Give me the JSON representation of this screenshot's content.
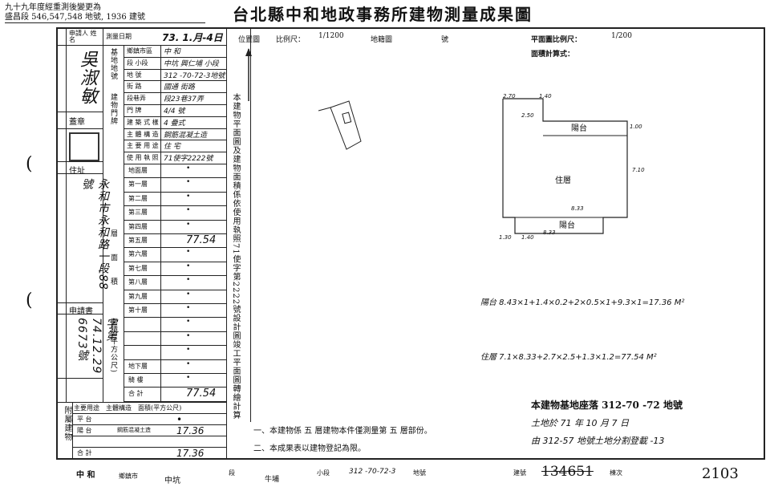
{
  "header": {
    "note_line1": "九十九年度經重測後變更為",
    "note_line2": "盛昌段 546,547,548 地號, 1936 建號",
    "title": "台北縣中和地政事務所建物測量成果圖"
  },
  "left_panel": {
    "applicant_label": "申請人 姓名",
    "applicant_name": "吳淑敏",
    "seal_label": "蓋章",
    "address_label": "住址",
    "address_value": "永和市永和路一段88號",
    "apply_label": "申請書",
    "apply_value": "字第 74.12.29 6673號",
    "survey_date_label": "測量日期",
    "survey_date_value": "73. 1.月-4日"
  },
  "info_rows": [
    {
      "label": "鄉鎮市區",
      "value": "中 和"
    },
    {
      "label": "段 小段",
      "value": "中坑 興仁埔 小段"
    },
    {
      "label": "地 號",
      "value": "312 -70-72-3地號"
    },
    {
      "label": "街 路",
      "value": "國通 街路"
    },
    {
      "label": "段巷弄",
      "value": "段23巷37弄"
    },
    {
      "label": "門 牌",
      "value": "4/4 號"
    },
    {
      "label": "建 築 式 樣",
      "value": "4 疊式"
    },
    {
      "label": "主 體 構 造",
      "value": "鋼筋混凝土造"
    },
    {
      "label": "主 要 用 途",
      "value": "住 宅"
    },
    {
      "label": "使 用 執 照",
      "value": "71使字2222號"
    }
  ],
  "floors": [
    {
      "label": "地面層",
      "value": "•"
    },
    {
      "label": "第一層",
      "value": "•"
    },
    {
      "label": "第二層",
      "value": "•"
    },
    {
      "label": "第三層",
      "value": "•"
    },
    {
      "label": "第四層",
      "value": "•"
    },
    {
      "label": "第五層",
      "value": "77.54"
    },
    {
      "label": "第六層",
      "value": "•"
    },
    {
      "label": "第七層",
      "value": "•"
    },
    {
      "label": "第八層",
      "value": "•"
    },
    {
      "label": "第九層",
      "value": "•"
    },
    {
      "label": "第十層",
      "value": "•"
    },
    {
      "label": "",
      "value": "•"
    },
    {
      "label": "",
      "value": "•"
    },
    {
      "label": "",
      "value": "•"
    },
    {
      "label": "地下層",
      "value": "•"
    },
    {
      "label": "騎 樓",
      "value": "•"
    },
    {
      "label": "合 計",
      "value": "77.54"
    }
  ],
  "area_label": "面積(平方公尺)",
  "attached": {
    "header": [
      "主要用途",
      "主體構造",
      "面積(平方公尺)"
    ],
    "rows": [
      {
        "use": "平 台",
        "struct": "",
        "area": "•"
      },
      {
        "use": "陽 台",
        "struct": "鋼筋混凝土造",
        "area": "17.36"
      },
      {
        "use": "",
        "struct": "",
        "area": ""
      },
      {
        "use": "合 計",
        "struct": "",
        "area": "17.36"
      }
    ],
    "side_label": "附屬建物"
  },
  "middle_vertical_text": "本建物平面圖及建物面積係依使用執照71使字第2222號設計圖竣工平面圖轉繪計算",
  "location_map": {
    "label": "位置圖",
    "scale_label": "比例尺：",
    "scale_value": "1/1200",
    "sheet_label": "地籍圖",
    "sheet_no": "號"
  },
  "plan": {
    "scale_label": "平面圖比例尺：",
    "scale_value": "1/200",
    "area_calc_label": "面積計算式：",
    "room_main": "住層",
    "room_balcony1": "陽台",
    "room_balcony2": "陽台",
    "dims": [
      "2.70",
      "1.40",
      "2.50",
      "1.00",
      "7.10",
      "8.33",
      "1.30",
      "1.40",
      "8.33"
    ]
  },
  "calculations": {
    "balcony": "陽台 8.43×1+1.4×0.2+2×0.5×1+9.3×1=17.36 M²",
    "floor": "住層 7.1×8.33+2.7×2.5+1.3×1.2=77.54 M²"
  },
  "notes": [
    "一、本建物係 五 層建物本件僅測量第 五 層部份。",
    "二、本成果表以建物登記為限。"
  ],
  "land_note": {
    "line1": "本建物基地座落 312-70 -72 地號",
    "line2": "土地於 71 年 10 月 7 日",
    "line3": "由 312-57 地號土地分割登載 -13"
  },
  "footer": {
    "town": "中 和",
    "town_label": "鄉鎮市",
    "section": "中坑",
    "section_label": "段",
    "subsection": "牛埔",
    "subsection_label": "小段",
    "lot": "312 -70-72-3",
    "lot_label": "地號",
    "bldg_label": "建號",
    "bldg_no": "134651",
    "seq_label": "棟次",
    "page_no": "2103"
  }
}
